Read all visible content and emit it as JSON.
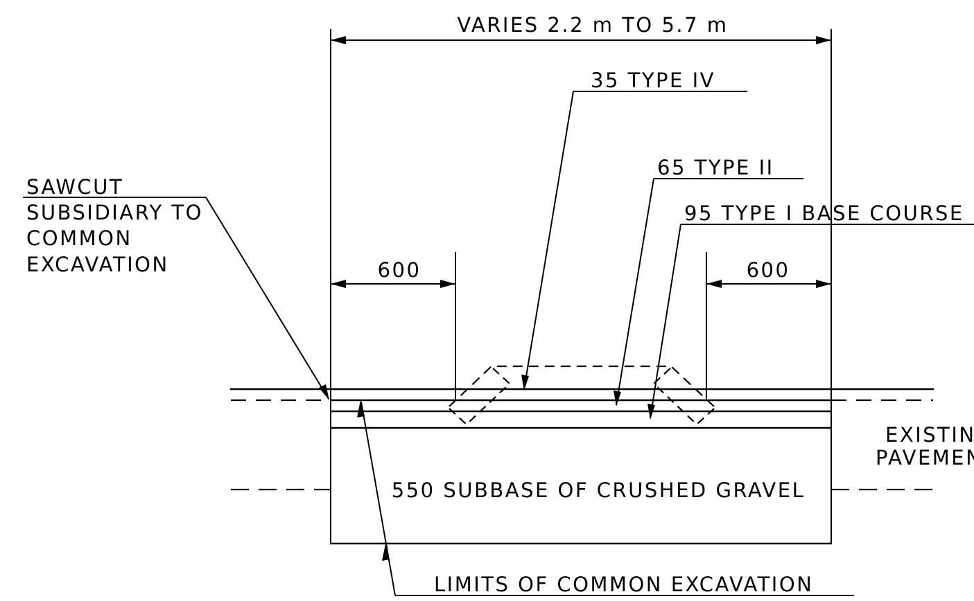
{
  "labels": {
    "overall_width": "VARIES 2.2 m TO 5.7 m",
    "type_iv": "35 TYPE IV",
    "type_ii": "65 TYPE II",
    "type_i_base": "95 TYPE I BASE COURSE",
    "sawcut_line1": "SAWCUT",
    "sawcut_line2": "SUBSIDIARY TO",
    "sawcut_line3": "COMMON",
    "sawcut_line4": "EXCAVATION",
    "left_offset": "600",
    "right_offset": "600",
    "existing_line1": "EXISTING",
    "existing_line2": "PAVEMENT",
    "subbase": "550 SUBBASE OF CRUSHED GRAVEL",
    "limits": "LIMITS OF COMMON EXCAVATION"
  }
}
